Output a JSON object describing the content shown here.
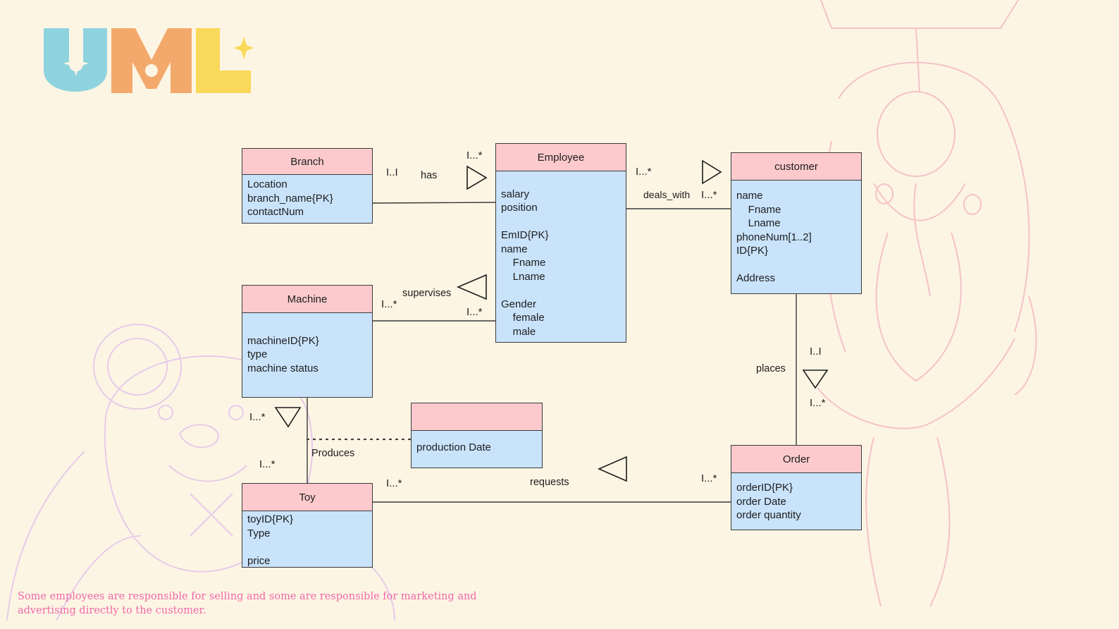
{
  "logo": {
    "text": "UML",
    "colors": [
      "#8fd3df",
      "#f3a96c",
      "#f8d95a"
    ]
  },
  "colors": {
    "header_fill": "#fccacd",
    "body_fill": "#c9e3fb",
    "outline": "#3b3b3b",
    "note_text": "#f068a8",
    "background": "#fdf5e4",
    "sketch_bear": "#e6cbe9",
    "sketch_jester": "#f4c2c8"
  },
  "classes": {
    "branch": {
      "title": "Branch",
      "attrs": "Location\nbranch_name{PK}\ncontactNum"
    },
    "employee": {
      "title": "Employee",
      "attrs": "\nsalary\nposition\n\nEmID{PK}\nname\n    Fname\n    Lname\n\nGender\n    female\n    male"
    },
    "customer": {
      "title": "customer",
      "attrs": "name\n    Fname\n    Lname\nphoneNum[1..2]\nID{PK}\n\nAddress"
    },
    "machine": {
      "title": "Machine",
      "attrs": "\nmachineID{PK}\ntype\nmachine status"
    },
    "production": {
      "title": "",
      "attrs": "production Date"
    },
    "toy": {
      "title": "Toy",
      "attrs": "toyID{PK}\nType\n\nprice"
    },
    "order": {
      "title": "Order",
      "attrs": "orderID{PK}\norder Date\norder quantity"
    }
  },
  "associations": {
    "has": "has",
    "deals_with": "deals_with",
    "supervises": "supervises",
    "places": "places",
    "produces": "Produces",
    "requests": "requests"
  },
  "multiplicities": {
    "branch_has": "I..I",
    "employee_has": "I...*",
    "employee_deals": "I...*",
    "customer_deals": "I...*",
    "machine_supervises": "I...*",
    "employee_supervises": "I...*",
    "customer_places": "I..I",
    "order_places": "I...*",
    "machine_produces": "I...*",
    "toy_produces": "I...*",
    "toy_requests": "I...*",
    "order_requests": "I...*"
  },
  "note": "Some employees are responsible for selling and some are responsible for marketing and advertising directly to the customer."
}
